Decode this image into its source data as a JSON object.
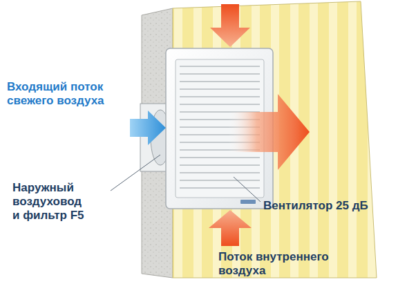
{
  "diagram": {
    "labels": [
      "Входящий поток свежего воздуха",
      "Наружный воздуховод и фильтр F5",
      "Вентилятор 25 дБ",
      "Поток внутреннего воздуха"
    ]
  }
}
